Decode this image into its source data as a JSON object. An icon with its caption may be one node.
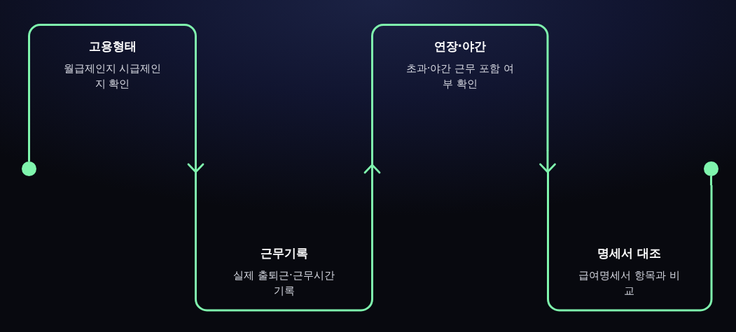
{
  "diagram": {
    "nodes": [
      {
        "text": [],
        "shape": "circle"
      },
      {
        "text": [
          "고용형태",
          "월급제인지 시급제인지 확인"
        ]
      },
      {
        "text": [
          "근무기록",
          "실제 출퇴근·근무시간 기록"
        ]
      },
      {
        "text": [
          "연장·야간",
          "초과·야간 근무 포함 여부 확인"
        ]
      },
      {
        "text": [
          "명세서 대조",
          "급여명세서 항목과 비교"
        ]
      },
      {
        "text": [],
        "shape": "circle"
      }
    ],
    "edges": [
      {
        "from": 0,
        "to": 1,
        "arrow": "none"
      },
      {
        "from": 1,
        "to": 2,
        "arrow": "to"
      },
      {
        "from": 2,
        "to": 3,
        "arrow": "to"
      },
      {
        "from": 3,
        "to": 4,
        "arrow": "to"
      },
      {
        "from": 4,
        "to": 5,
        "arrow": "none"
      }
    ]
  }
}
